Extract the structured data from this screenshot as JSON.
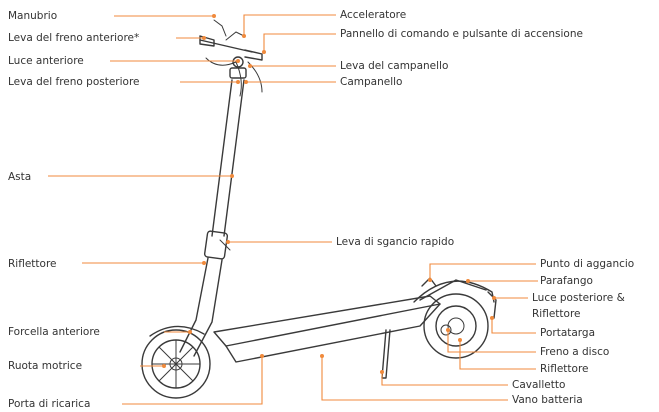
{
  "labels": {
    "manubrio": "Manubrio",
    "leva_freno_anteriore": "Leva del freno anteriore*",
    "luce_anteriore": "Luce anteriore",
    "leva_freno_posteriore": "Leva del freno posteriore",
    "asta": "Asta",
    "riflettore_left": "Riflettore",
    "forcella_anteriore": "Forcella anteriore",
    "ruota_motrice": "Ruota motrice",
    "porta_di_ricarica": "Porta di ricarica",
    "acceleratore": "Acceleratore",
    "pannello": "Pannello di comando e pulsante di accensione",
    "leva_campanello": "Leva del campanello",
    "campanello": "Campanello",
    "leva_sgancio": "Leva di sgancio rapido",
    "punto_aggancio": "Punto di aggancio",
    "parafango": "Parafango",
    "luce_posteriore_1": "Luce posteriore &",
    "luce_posteriore_2": "Riflettore",
    "portatarga": "Portatarga",
    "freno_disco": "Freno a disco",
    "riflettore_right": "Riflettore",
    "cavalletto": "Cavalletto",
    "vano_batteria": "Vano batteria"
  },
  "colors": {
    "leader": "#f08a3c",
    "outline": "#3a3a3a",
    "text": "#333333"
  }
}
